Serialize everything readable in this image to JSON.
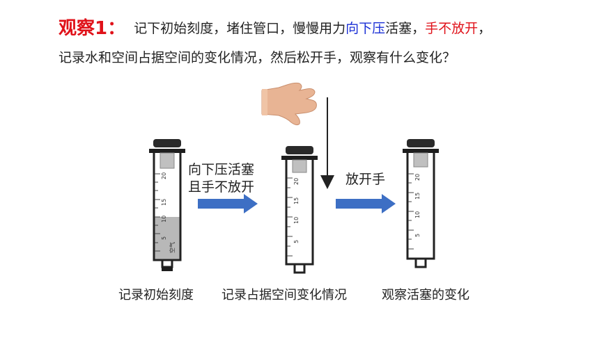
{
  "heading": {
    "tag": "观察1：",
    "part1": "记下初始刻度，堵住管口，慢慢用力",
    "part_blue": "向下压",
    "part2": "活塞，",
    "part_red": "手不放开",
    "part3": "，",
    "line2": "记录水和空间占据空间的变化情况，然后松开手，观察有什么变化？"
  },
  "steps": {
    "step1_line1": "向下压活塞",
    "step1_line2": "且手不放开",
    "step2": "放开手"
  },
  "syringes": {
    "left_scale": [
      "20",
      "15",
      "10",
      "5"
    ],
    "left_water_label": "空气",
    "middle_scale": [
      "20",
      "15",
      "10",
      "5"
    ],
    "right_scale": [
      "20",
      "15",
      "10",
      "5"
    ]
  },
  "captions": {
    "c1": "记录初始刻度",
    "c2": "记录占据空间变化情况",
    "c3": "观察活塞的变化"
  },
  "colors": {
    "title_red": "#e0121a",
    "highlight_blue": "#1a2fd6",
    "arrow_blue": "#3d6fc4",
    "water_gray": "#b8b8b8"
  }
}
